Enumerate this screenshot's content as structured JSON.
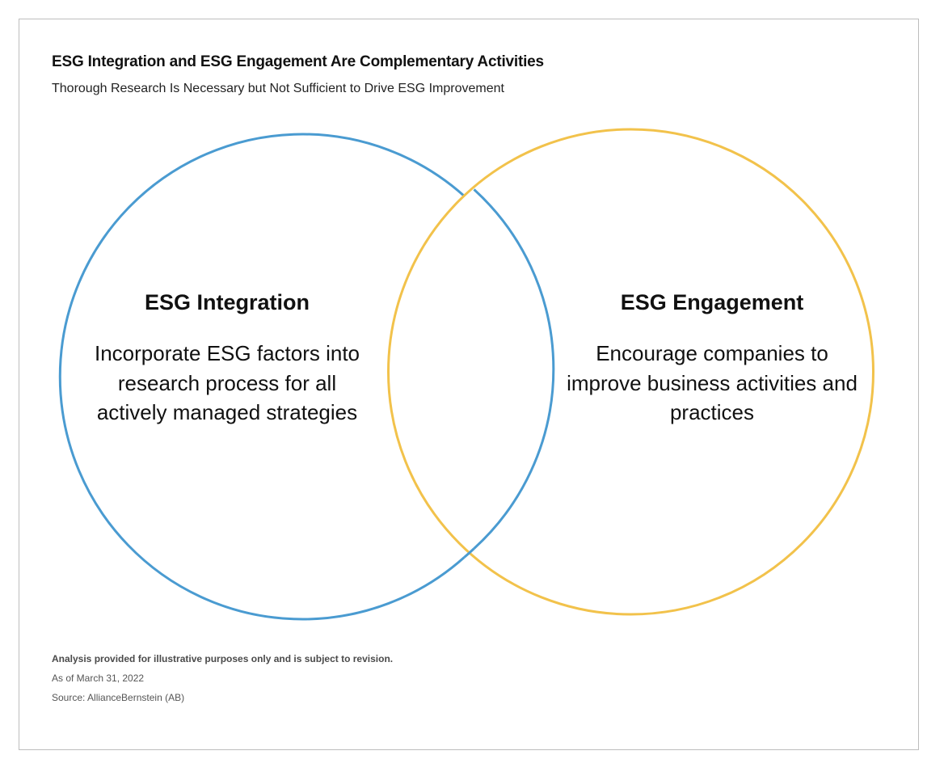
{
  "header": {
    "title": "ESG Integration and ESG Engagement Are Complementary Activities",
    "subtitle": "Thorough Research Is Necessary but Not Sufficient to Drive ESG Improvement"
  },
  "venn": {
    "left": {
      "title": "ESG Integration",
      "description": "Incorporate ESG factors into research process for all actively managed strategies",
      "color": "#4a9bd1"
    },
    "right": {
      "title": "ESG Engagement",
      "description": "Encourage companies to improve business activities and practices",
      "color": "#f2c24b"
    }
  },
  "footer": {
    "disclaimer": "Analysis provided for illustrative purposes only and is subject to revision.",
    "as_of": "As of March 31, 2022",
    "source": "Source: AllianceBernstein (AB)"
  }
}
